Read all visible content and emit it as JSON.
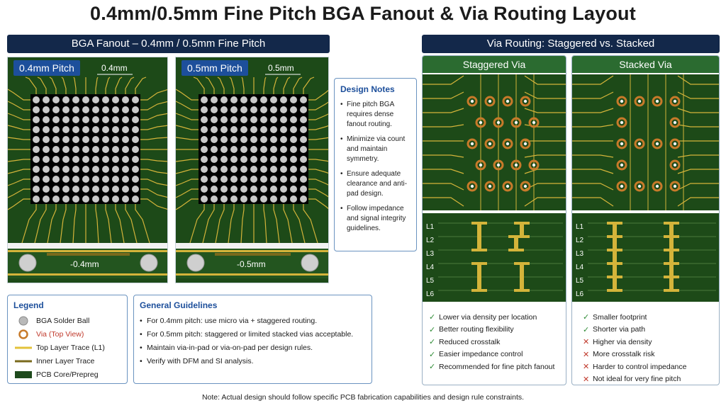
{
  "title": "0.4mm/0.5mm Fine Pitch BGA Fanout & Via Routing Layout",
  "left_header": "BGA Fanout – 0.4mm / 0.5mm Fine Pitch",
  "right_header": "Via Routing: Staggered vs. Stacked",
  "panel_04": {
    "tag": "0.4mm Pitch",
    "dim_label": "0.4mm",
    "cross_label": "-0.4mm"
  },
  "panel_05": {
    "tag": "0.5mm Pitch",
    "dim_label": "0.5mm",
    "cross_label": "-0.5mm"
  },
  "design_notes": {
    "title": "Design Notes",
    "items": [
      "Fine pitch BGA requires dense fanout routing.",
      "Minimize via count and maintain symmetry.",
      "Ensure adequate clearance and anti-pad design.",
      "Follow impedance and signal integrity guidelines."
    ]
  },
  "legend": {
    "title": "Legend",
    "items": [
      {
        "label": "BGA Solder Ball",
        "symbol": "ball"
      },
      {
        "label": "Via (Top View)",
        "symbol": "via"
      },
      {
        "label": "Top Layer Trace (L1)",
        "symbol": "top-trace"
      },
      {
        "label": "Inner Layer Trace",
        "symbol": "inner-trace"
      },
      {
        "label": "PCB Core/Prepreg",
        "symbol": "core"
      }
    ]
  },
  "guidelines": {
    "title": "General Guidelines",
    "items": [
      "For 0.4mm pitch: use micro via + staggered routing.",
      "For 0.5mm pitch: staggered or limited stacked vias acceptable.",
      "Maintain via-in-pad or via-on-pad per design rules.",
      "Verify with DFM and SI analysis."
    ]
  },
  "staggered": {
    "label": "Staggered Via",
    "points": [
      {
        "mark": "check",
        "text": "Lower via density per location"
      },
      {
        "mark": "check",
        "text": "Better routing flexibility"
      },
      {
        "mark": "check",
        "text": "Reduced crosstalk"
      },
      {
        "mark": "check",
        "text": "Easier impedance control"
      },
      {
        "mark": "check",
        "text": "Recommended for fine pitch fanout"
      }
    ]
  },
  "stacked": {
    "label": "Stacked Via",
    "points": [
      {
        "mark": "check",
        "text": "Smaller footprint"
      },
      {
        "mark": "check",
        "text": "Shorter via path"
      },
      {
        "mark": "cross",
        "text": "Higher via density"
      },
      {
        "mark": "cross",
        "text": "More crosstalk risk"
      },
      {
        "mark": "cross",
        "text": "Harder to control impedance"
      },
      {
        "mark": "cross",
        "text": "Not ideal for very fine pitch"
      }
    ]
  },
  "layers": [
    "L1",
    "L2",
    "L3",
    "L4",
    "L5",
    "L6"
  ],
  "footer": "Note: Actual design should follow specific PCB fabrication capabilities and design rule constraints.",
  "colors": {
    "pcb_green": "#1d4a18",
    "trace_gold": "#d4b43a",
    "header_navy": "#13284a",
    "tag_blue": "#1d4f9b",
    "via_copper": "#c77a2a"
  }
}
